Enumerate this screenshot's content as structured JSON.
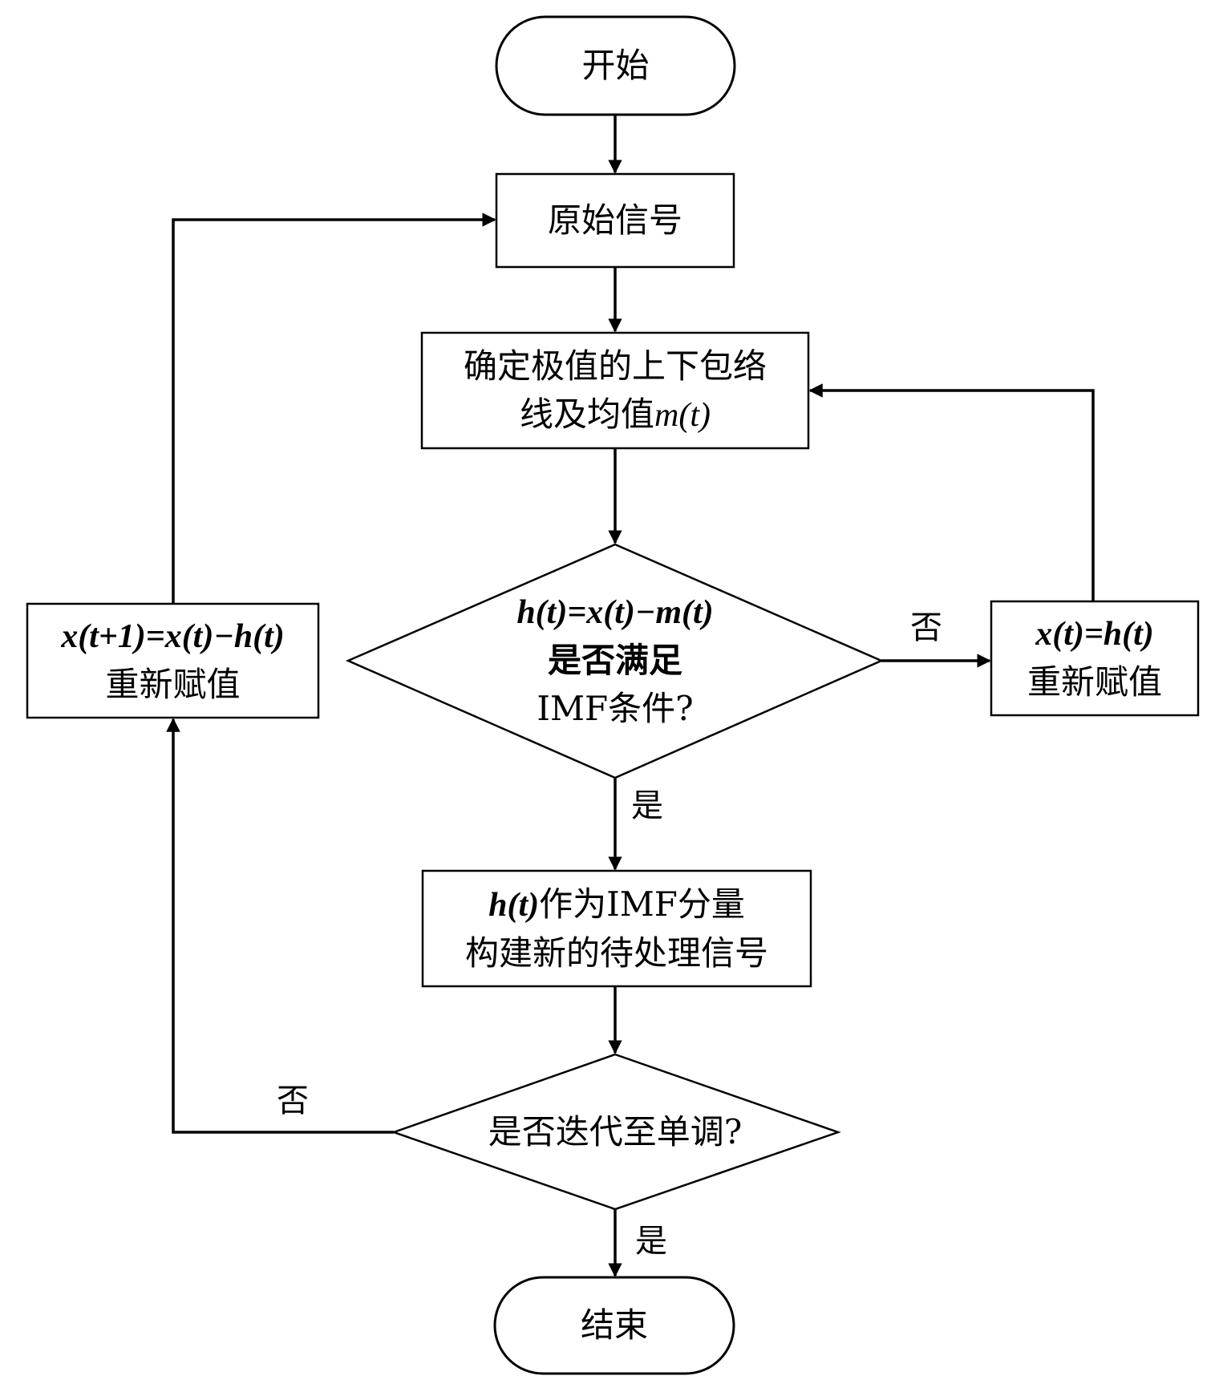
{
  "diagram": {
    "type": "flowchart",
    "nodes": {
      "start": {
        "shape": "terminal",
        "text": "开始"
      },
      "original_signal": {
        "shape": "process",
        "text": "原始信号"
      },
      "envelope": {
        "shape": "process",
        "line1": "确定极值的上下包络",
        "line2_prefix": "线及均值",
        "line2_math": "m(t)"
      },
      "imf_check": {
        "shape": "decision",
        "line1_math": "h(t)=x(t)−m(t)",
        "line2": "是否满足",
        "line3": "IMF条件?"
      },
      "reassign_h": {
        "shape": "process",
        "line1_math": "x(t)=h(t)",
        "line2": "重新赋值"
      },
      "imf_component": {
        "shape": "process",
        "line1_math": "h(t)",
        "line1_suffix": "作为IMF分量",
        "line2": "构建新的待处理信号"
      },
      "monotonic_check": {
        "shape": "decision",
        "text": "是否迭代至单调?"
      },
      "reassign_x": {
        "shape": "process",
        "line1_math": "x(t+1)=x(t)−h(t)",
        "line2": "重新赋值"
      },
      "end": {
        "shape": "terminal",
        "text": "结束"
      }
    },
    "edge_labels": {
      "imf_no": "否",
      "imf_yes": "是",
      "mono_no": "否",
      "mono_yes": "是"
    },
    "edges": [
      {
        "from": "start",
        "to": "original_signal"
      },
      {
        "from": "original_signal",
        "to": "envelope"
      },
      {
        "from": "envelope",
        "to": "imf_check"
      },
      {
        "from": "imf_check",
        "to": "reassign_h",
        "label": "否"
      },
      {
        "from": "reassign_h",
        "to": "envelope"
      },
      {
        "from": "imf_check",
        "to": "imf_component",
        "label": "是"
      },
      {
        "from": "imf_component",
        "to": "monotonic_check"
      },
      {
        "from": "monotonic_check",
        "to": "reassign_x",
        "label": "否"
      },
      {
        "from": "reassign_x",
        "to": "original_signal"
      },
      {
        "from": "monotonic_check",
        "to": "end",
        "label": "是"
      }
    ]
  }
}
